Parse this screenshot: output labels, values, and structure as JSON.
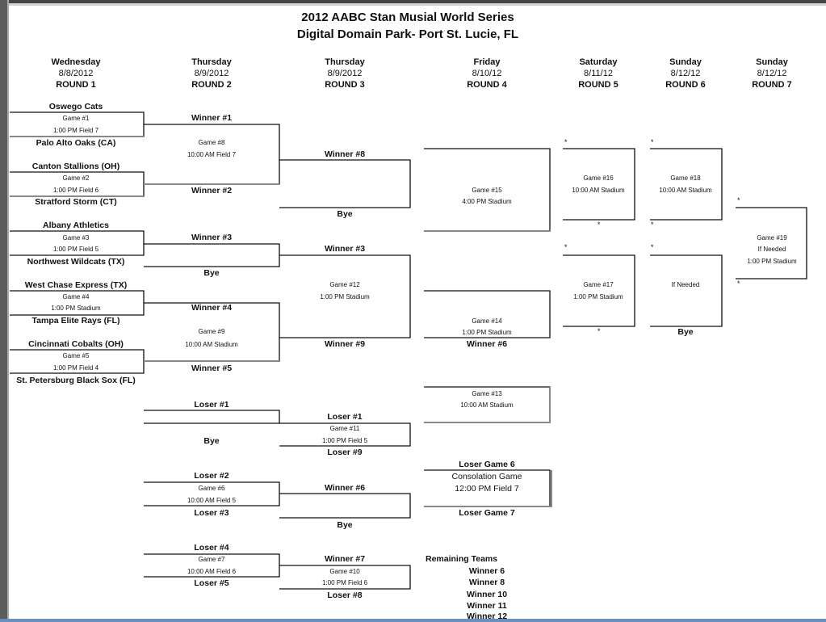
{
  "title": {
    "line1": "2012 AABC Stan Musial World Series",
    "line2": "Digital Domain Park- Port St. Lucie, FL"
  },
  "columns": [
    {
      "day": "Wednesday",
      "date": "8/8/2012",
      "round": "ROUND 1"
    },
    {
      "day": "Thursday",
      "date": "8/9/2012",
      "round": "ROUND 2"
    },
    {
      "day": "Thursday",
      "date": "8/9/2012",
      "round": "ROUND 3"
    },
    {
      "day": "Friday",
      "date": "8/10/12",
      "round": "ROUND 4"
    },
    {
      "day": "Saturday",
      "date": "8/11/12",
      "round": "ROUND 5"
    },
    {
      "day": "Sunday",
      "date": "8/12/12",
      "round": "ROUND 6"
    },
    {
      "day": "Sunday",
      "date": "8/12/12",
      "round": "ROUND 7"
    }
  ],
  "teams": [
    "Oswego Cats",
    "Palo Alto Oaks (CA)",
    "Canton Stallions (OH)",
    "Stratford Storm (CT)",
    "Albany Athletics",
    "Northwest Wildcats (TX)",
    "West Chase Express (TX)",
    "Tampa Elite Rays (FL)",
    "Cincinnati Cobalts (OH)",
    "St. Petersburg Black Sox (FL)"
  ],
  "r1": [
    {
      "game": "Game #1",
      "info": "1:00 PM Field 7"
    },
    {
      "game": "Game #2",
      "info": "1:00 PM Field 6"
    },
    {
      "game": "Game #3",
      "info": "1:00 PM Field 5"
    },
    {
      "game": "Game #4",
      "info": "1:00 PM Stadium"
    },
    {
      "game": "Game #5",
      "info": "1:00 PM Field 4"
    }
  ],
  "r2": {
    "w1": "Winner #1",
    "w2": "Winner #2",
    "w3": "Winner #3",
    "bye1": "Bye",
    "w4": "Winner #4",
    "w5": "Winner #5",
    "g8": "Game #8",
    "g8info": "10:00 AM Field 7",
    "g9": "Game #9",
    "g9info": "10:00 AM Stadium"
  },
  "r3": {
    "w8": "Winner #8",
    "bye": "Bye",
    "w3": "Winner #3",
    "w9": "Winner #9",
    "g12": "Game #12",
    "g12info": "1:00 PM Stadium"
  },
  "r4": {
    "g15": "Game #15",
    "g15info": "4:00 PM Stadium",
    "g14": "Game #14",
    "g14info": "1:00 PM Stadium",
    "w6": "Winner #6",
    "g13": "Game #13",
    "g13info": "10:00 AM Stadium"
  },
  "r5": {
    "g16": "Game #16",
    "g16info": "10:00 AM Stadium",
    "g17": "Game #17",
    "g17info": "1:00 PM Stadium"
  },
  "r6": {
    "g18": "Game #18",
    "g18info": "10:00 AM Stadium",
    "ifneeded": "If Needed",
    "bye": "Bye"
  },
  "r7": {
    "g19": "Game #19",
    "g19b": "If Needed",
    "g19info": "1:00 PM Stadium"
  },
  "star": "*",
  "losers": {
    "l1": "Loser #1",
    "bye_a": "Bye",
    "l1b": "Loser #1",
    "g11": "Game #11",
    "g11info": "1:00 PM Field 5",
    "l9": "Loser #9",
    "l2": "Loser #2",
    "g6": "Game #6",
    "g6info": "10:00 AM Field 5",
    "l3": "Loser #3",
    "w6": "Winner #6",
    "bye_b": "Bye",
    "l4": "Loser #4",
    "g7": "Game #7",
    "g7info": "10:00 AM Field 6",
    "l5": "Loser #5",
    "w7": "Winner #7",
    "g10": "Game #10",
    "g10info": "1:00 PM Field 6",
    "l8": "Loser #8"
  },
  "consolation": {
    "top": "Loser Game 6",
    "name": "Consolation Game",
    "time": "12:00 PM Field 7",
    "bottom": "Loser Game 7"
  },
  "remaining": {
    "title": "Remaining Teams",
    "items": [
      "Winner 6",
      "Winner 8",
      "Winner 10",
      "Winner 11",
      "Winner 12"
    ]
  }
}
